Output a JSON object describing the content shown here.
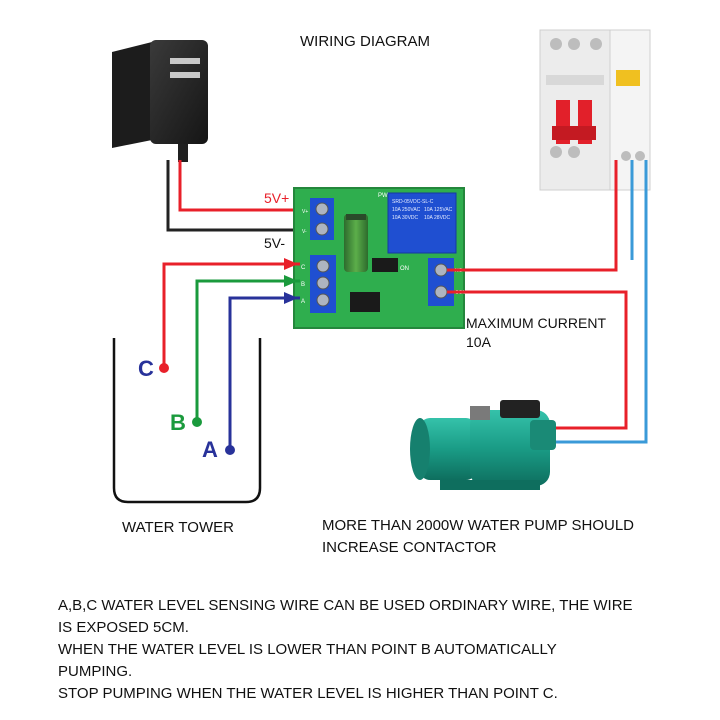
{
  "title": "WIRING DIAGRAM",
  "power": {
    "plus_label": "5V+",
    "minus_label": "5V-"
  },
  "board": {
    "pw_label": "PW",
    "on_label": "ON",
    "input_pins": [
      "C",
      "B",
      "A"
    ],
    "power_pins": [
      "V+",
      "V-"
    ],
    "output_pins": [
      "NO",
      "COM"
    ],
    "relay_text": [
      "SRD-05VDC-SL-C",
      "10A 250VAC",
      "10A 30VDC",
      "10A 125VAC",
      "10A 28VDC"
    ]
  },
  "max_current": {
    "line1": "MAXIMUM CURRENT",
    "line2": "10A"
  },
  "tower": {
    "label": "WATER TOWER",
    "points": [
      "C",
      "B",
      "A"
    ]
  },
  "pump_note": {
    "line1": "MORE THAN 2000W WATER PUMP SHOULD",
    "line2": "INCREASE CONTACTOR"
  },
  "notes": [
    "A,B,C WATER LEVEL SENSING WIRE CAN BE USED ORDINARY WIRE, THE WIRE",
    "IS EXPOSED 5CM.",
    "WHEN THE WATER LEVEL IS LOWER THAN POINT B AUTOMATICALLY",
    "PUMPING.",
    "STOP PUMPING WHEN THE WATER LEVEL IS HIGHER THAN POINT C."
  ],
  "colors": {
    "red_wire": "#e8202a",
    "black_wire": "#222222",
    "green_wire": "#1a9a3c",
    "blue_wire": "#28329a",
    "breaker_wire": "#3a9ad8",
    "board": "#2fae4e",
    "relay": "#1f4fd1",
    "pump": "#1fa08c",
    "label_red": "#e8202a"
  }
}
